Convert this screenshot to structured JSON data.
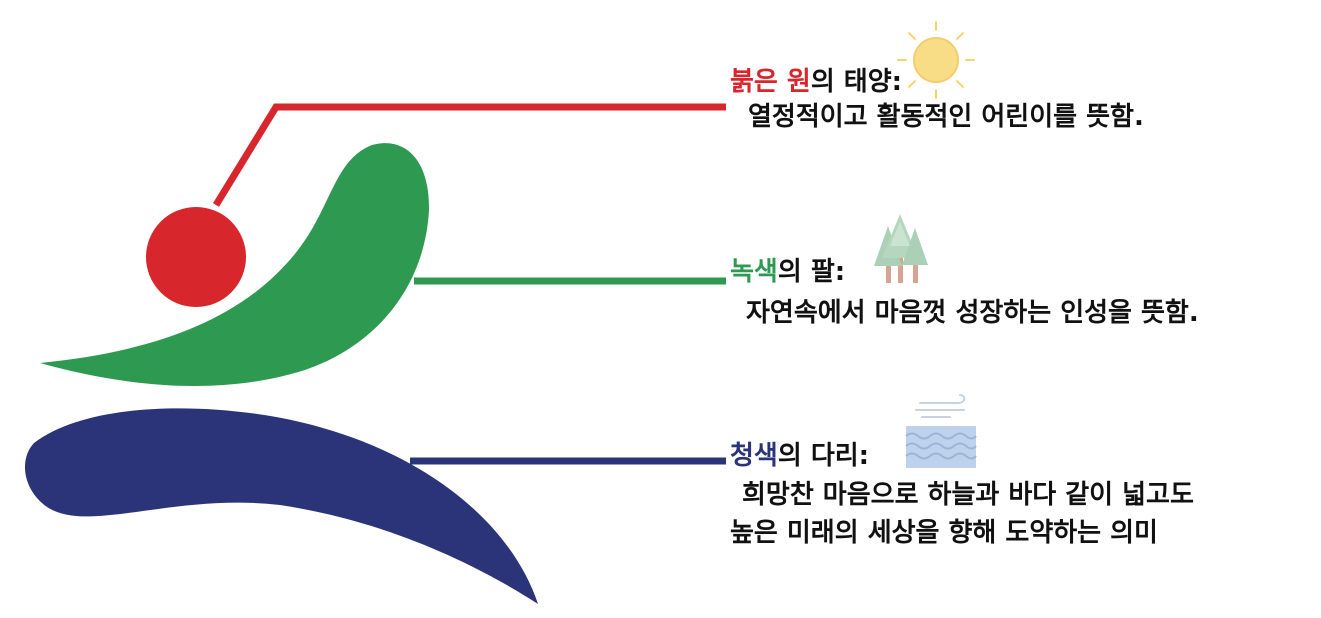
{
  "logo": {
    "colors": {
      "red": "#d8262d",
      "green": "#2e9a51",
      "navy": "#2c3479"
    }
  },
  "items": [
    {
      "key": "sun",
      "keyword": "붉은 원",
      "keyword_color": "#d8262d",
      "suffix": "의 태양:",
      "lines": [
        "열정적이고 활동적인 어린이를 뜻함."
      ],
      "icon": "sun-icon"
    },
    {
      "key": "forest",
      "keyword": "녹색",
      "keyword_color": "#2e9a51",
      "suffix": "의 팔:",
      "lines": [
        "자연속에서 마음껏 성장하는 인성을 뜻함."
      ],
      "icon": "forest-icon"
    },
    {
      "key": "wave",
      "keyword": "청색",
      "keyword_color": "#2c3479",
      "suffix": "의 다리:",
      "lines": [
        "희망찬 마음으로 하늘과 바다 같이 넓고도",
        "높은 미래의 세상을 향해 도약하는 의미"
      ],
      "icon": "wave-icon"
    }
  ]
}
